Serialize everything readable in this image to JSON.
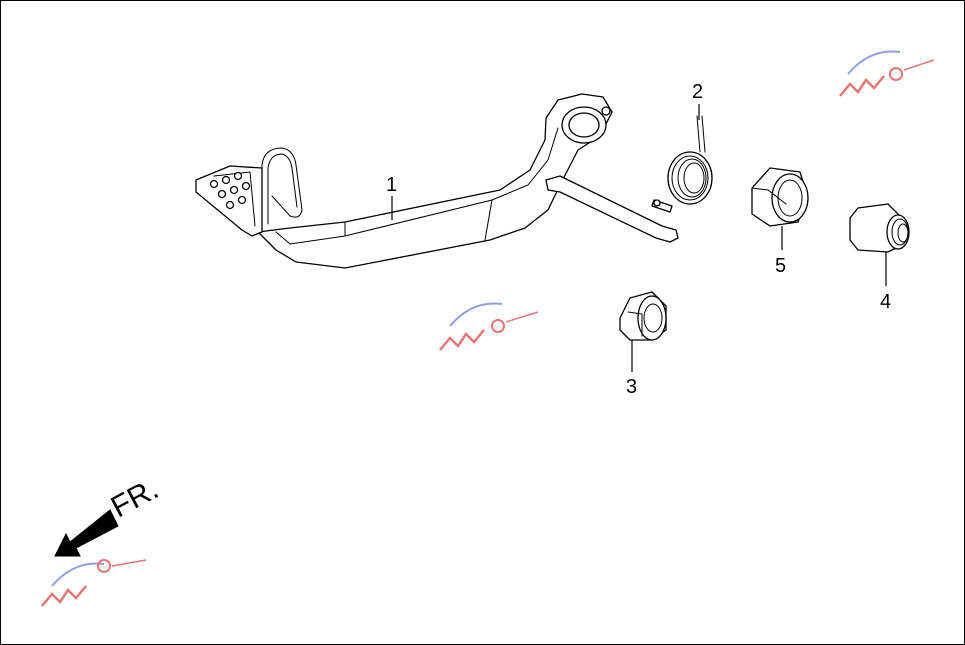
{
  "callouts": [
    {
      "id": "1",
      "label": "1"
    },
    {
      "id": "2",
      "label": "2"
    },
    {
      "id": "3",
      "label": "3"
    },
    {
      "id": "4",
      "label": "4"
    },
    {
      "id": "5",
      "label": "5"
    }
  ],
  "direction": {
    "label": "FR."
  },
  "colors": {
    "line": "#000000",
    "watermark_red": "#d94a4a",
    "watermark_blue": "#6b7fd6"
  }
}
